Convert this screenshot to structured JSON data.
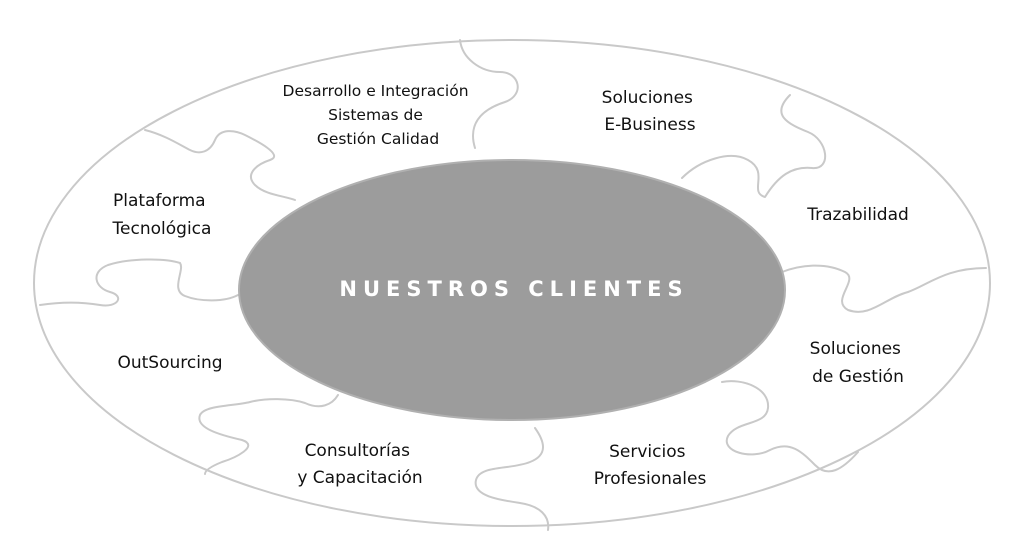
{
  "diagram": {
    "center": {
      "label": "NUESTROS CLIENTES",
      "fill_color": "#9c9c9c",
      "text_color": "#ffffff"
    },
    "ring_color": "#c9c9c9",
    "segments": [
      {
        "lines": [
          "Desarrollo e Integración",
          "Sistemas de",
          "Gestión Calidad"
        ]
      },
      {
        "lines": [
          "Soluciones",
          "E-Business"
        ]
      },
      {
        "lines": [
          "Trazabilidad"
        ]
      },
      {
        "lines": [
          "Soluciones",
          "de Gestión"
        ]
      },
      {
        "lines": [
          "Servicios",
          "Profesionales"
        ]
      },
      {
        "lines": [
          "Consultorías",
          "y Capacitación"
        ]
      },
      {
        "lines": [
          "OutSourcing"
        ]
      },
      {
        "lines": [
          "Plataforma",
          "Tecnológica"
        ]
      }
    ]
  }
}
